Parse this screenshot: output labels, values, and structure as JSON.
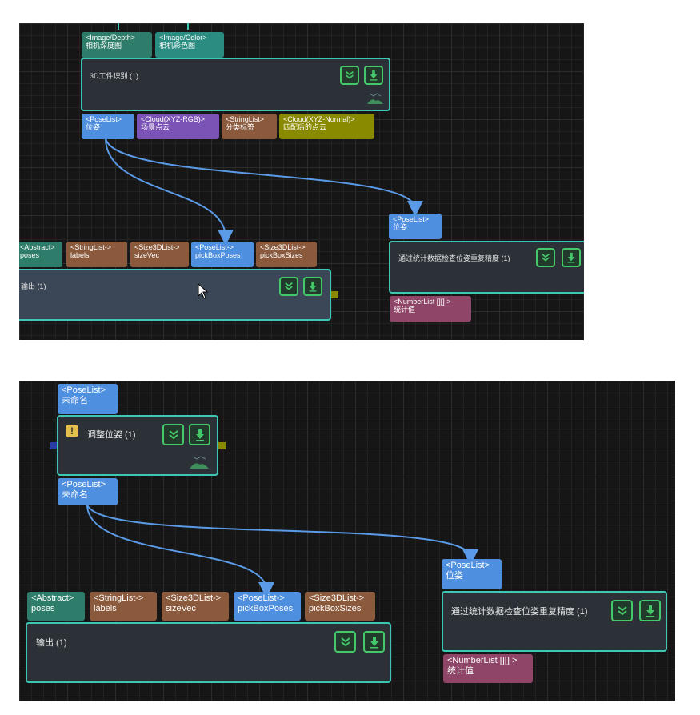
{
  "panel1": {
    "top_ports": [
      {
        "type": "<Image/Depth>",
        "name": "相机深度图"
      },
      {
        "type": "<Image/Color>",
        "name": "相机彩色图"
      }
    ],
    "recognition_node": {
      "title": "3D工件识别 (1)"
    },
    "recognition_outputs": [
      {
        "type": "<PoseList>",
        "name": "位姿"
      },
      {
        "type": "<Cloud(XYZ-RGB)>",
        "name": "场景点云"
      },
      {
        "type": "<StringList>",
        "name": "分类标签"
      },
      {
        "type": "<Cloud(XYZ-Normal)>",
        "name": "匹配后的点云"
      }
    ],
    "output_inputs": [
      {
        "type": "<Abstract>",
        "name": "poses"
      },
      {
        "type": "<StringList->",
        "name": "labels"
      },
      {
        "type": "<Size3DList->",
        "name": "sizeVec"
      },
      {
        "type": "<PoseList->",
        "name": "pickBoxPoses"
      },
      {
        "type": "<Size3DList->",
        "name": "pickBoxSizes"
      }
    ],
    "output_node": {
      "title": "输出 (1)"
    },
    "stats_input": {
      "type": "<PoseList>",
      "name": "位姿"
    },
    "stats_node": {
      "title": "通过统计数据检查位姿重复精度 (1)"
    },
    "stats_output": {
      "type": "<NumberList [][] >",
      "name": "统计值"
    }
  },
  "panel2": {
    "adjust_input": {
      "type": "<PoseList>",
      "name": "未命名"
    },
    "adjust_node": {
      "title": "调整位姿 (1)",
      "warning_icon": "!"
    },
    "adjust_output": {
      "type": "<PoseList>",
      "name": "未命名"
    },
    "output_inputs": [
      {
        "type": "<Abstract>",
        "name": "poses"
      },
      {
        "type": "<StringList->",
        "name": "labels"
      },
      {
        "type": "<Size3DList->",
        "name": "sizeVec"
      },
      {
        "type": "<PoseList->",
        "name": "pickBoxPoses"
      },
      {
        "type": "<Size3DList->",
        "name": "pickBoxSizes"
      }
    ],
    "output_node": {
      "title": "输出 (1)"
    },
    "stats_input": {
      "type": "<PoseList>",
      "name": "位姿"
    },
    "stats_node": {
      "title": "通过统计数据检查位姿重复精度 (1)"
    },
    "stats_output": {
      "type": "<NumberList [][] >",
      "name": "统计值"
    }
  },
  "colors": {
    "node_border": "#3cc8b4",
    "pose_port": "#4f8fe0",
    "wire": "#5a9ae6",
    "button_border": "#45c86a",
    "warning": "#e3c04b"
  },
  "icons": [
    "collapse-chevron-icon",
    "download-arrow-icon",
    "landscape-preview-icon",
    "warning-icon",
    "mouse-cursor-icon"
  ]
}
